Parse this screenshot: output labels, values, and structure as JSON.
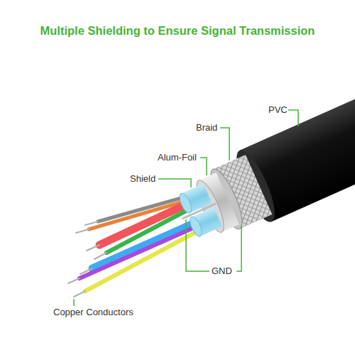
{
  "diagram": {
    "title": "Multiple Shielding to Ensure Signal Transmission",
    "labels": [
      "PVC",
      "Braid",
      "Alum-Foil",
      "Shield",
      "GND",
      "Copper Conductors"
    ]
  }
}
